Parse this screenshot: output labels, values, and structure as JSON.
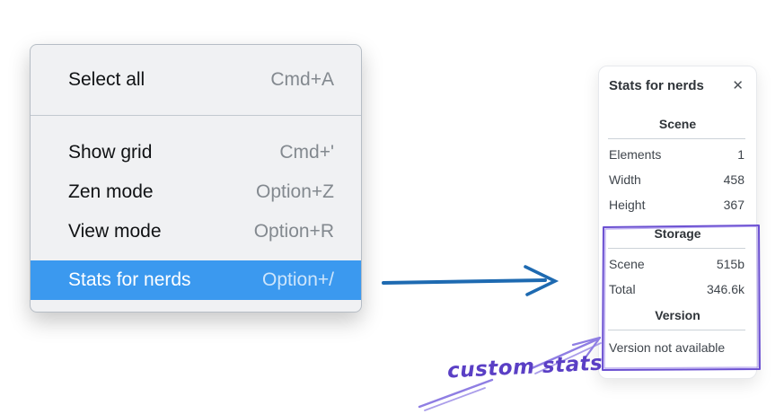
{
  "colors": {
    "menu_selection": "#3b99ef",
    "pointer_arrow_blue": "#1e6ab1",
    "highlight_box_purple": "#6a4fd1",
    "annotation_arrow_purple": "#8f7ee3",
    "annotation_text_purple": "#5a3fc5"
  },
  "context_menu": {
    "items": [
      {
        "label": "Select all",
        "shortcut": "Cmd+A"
      },
      {
        "label": "Show grid",
        "shortcut": "Cmd+'"
      },
      {
        "label": "Zen mode",
        "shortcut": "Option+Z"
      },
      {
        "label": "View mode",
        "shortcut": "Option+R"
      },
      {
        "label": "Stats for nerds",
        "shortcut": "Option+/"
      }
    ],
    "selected_item": "Stats for nerds"
  },
  "stats_panel": {
    "title": "Stats for nerds",
    "close_icon": "✕",
    "sections": [
      {
        "heading": "Scene",
        "rows": [
          {
            "label": "Elements",
            "value": "1"
          },
          {
            "label": "Width",
            "value": "458"
          },
          {
            "label": "Height",
            "value": "367"
          }
        ]
      },
      {
        "heading": "Storage",
        "rows": [
          {
            "label": "Scene",
            "value": "515b"
          },
          {
            "label": "Total",
            "value": "346.6k"
          }
        ]
      },
      {
        "heading": "Version",
        "rows": [],
        "note": "Version not available"
      }
    ]
  },
  "annotation": {
    "label": "custom stats"
  }
}
